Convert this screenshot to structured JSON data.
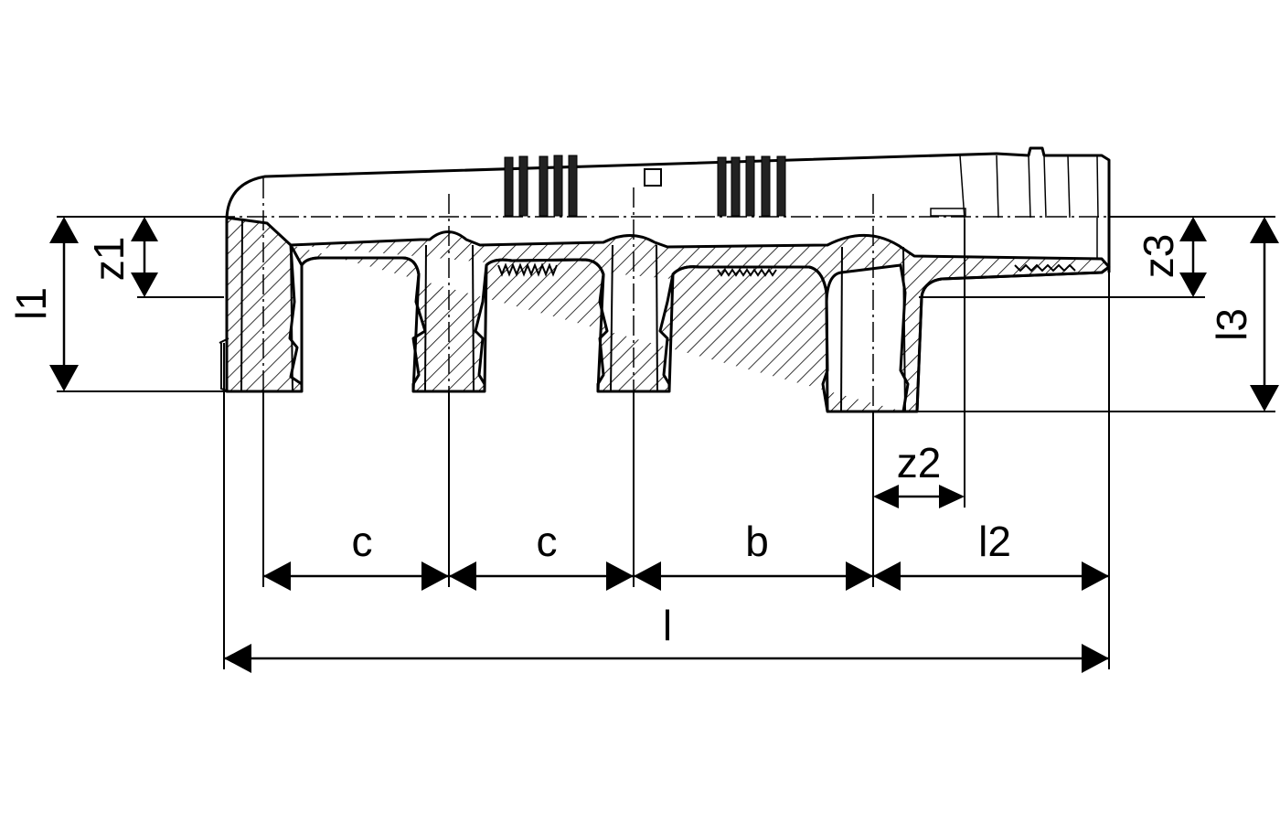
{
  "dimensions": {
    "l1": "l1",
    "z1": "z1",
    "z2": "z2",
    "z3": "z3",
    "l3": "l3",
    "c_left": "c",
    "c_right": "c",
    "b": "b",
    "l2": "l2",
    "l": "l"
  },
  "colors": {
    "line": "#000000",
    "background": "#ffffff"
  }
}
